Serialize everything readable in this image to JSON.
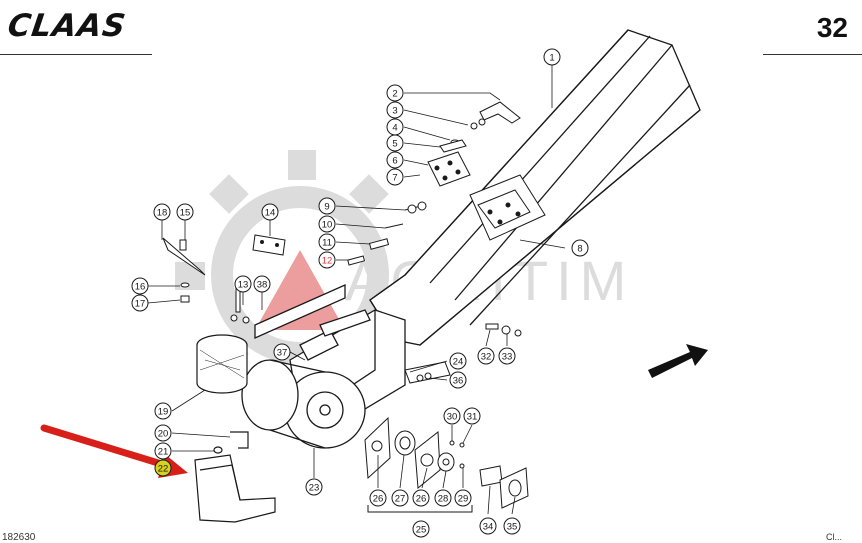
{
  "header": {
    "brand": "CLAAS",
    "page_number": "32"
  },
  "watermark": {
    "text": "AGRITIM"
  },
  "footer": {
    "left_code": "182630",
    "right_text": "Cl..."
  },
  "colors": {
    "line": "#1a1a1a",
    "watermark_gray": "#d6d6d6",
    "watermark_red": "#e98c8c",
    "arrow_red": "#d8201b",
    "highlight_yellow": "#d9d21a",
    "highlight_red": "#e23a3a"
  },
  "callouts": [
    {
      "id": "c1",
      "label": "1"
    },
    {
      "id": "c2",
      "label": "2"
    },
    {
      "id": "c3",
      "label": "3"
    },
    {
      "id": "c4",
      "label": "4"
    },
    {
      "id": "c5",
      "label": "5"
    },
    {
      "id": "c6",
      "label": "6"
    },
    {
      "id": "c7",
      "label": "7"
    },
    {
      "id": "c8",
      "label": "8"
    },
    {
      "id": "c9",
      "label": "9"
    },
    {
      "id": "c10",
      "label": "10"
    },
    {
      "id": "c11",
      "label": "11"
    },
    {
      "id": "c12",
      "label": "12"
    },
    {
      "id": "c13",
      "label": "13"
    },
    {
      "id": "c14",
      "label": "14"
    },
    {
      "id": "c15",
      "label": "15"
    },
    {
      "id": "c16",
      "label": "16"
    },
    {
      "id": "c17",
      "label": "17"
    },
    {
      "id": "c18",
      "label": "18"
    },
    {
      "id": "c19",
      "label": "19"
    },
    {
      "id": "c20",
      "label": "20"
    },
    {
      "id": "c21",
      "label": "21"
    },
    {
      "id": "c22",
      "label": "22"
    },
    {
      "id": "c23",
      "label": "23"
    },
    {
      "id": "c24",
      "label": "24"
    },
    {
      "id": "c25",
      "label": "25"
    },
    {
      "id": "c26a",
      "label": "26"
    },
    {
      "id": "c26b",
      "label": "26"
    },
    {
      "id": "c27",
      "label": "27"
    },
    {
      "id": "c28",
      "label": "28"
    },
    {
      "id": "c29",
      "label": "29"
    },
    {
      "id": "c30",
      "label": "30"
    },
    {
      "id": "c31",
      "label": "31"
    },
    {
      "id": "c32",
      "label": "32"
    },
    {
      "id": "c33",
      "label": "33"
    },
    {
      "id": "c34",
      "label": "34"
    },
    {
      "id": "c35",
      "label": "35"
    },
    {
      "id": "c36",
      "label": "36"
    },
    {
      "id": "c37",
      "label": "37"
    },
    {
      "id": "c38",
      "label": "38"
    }
  ]
}
